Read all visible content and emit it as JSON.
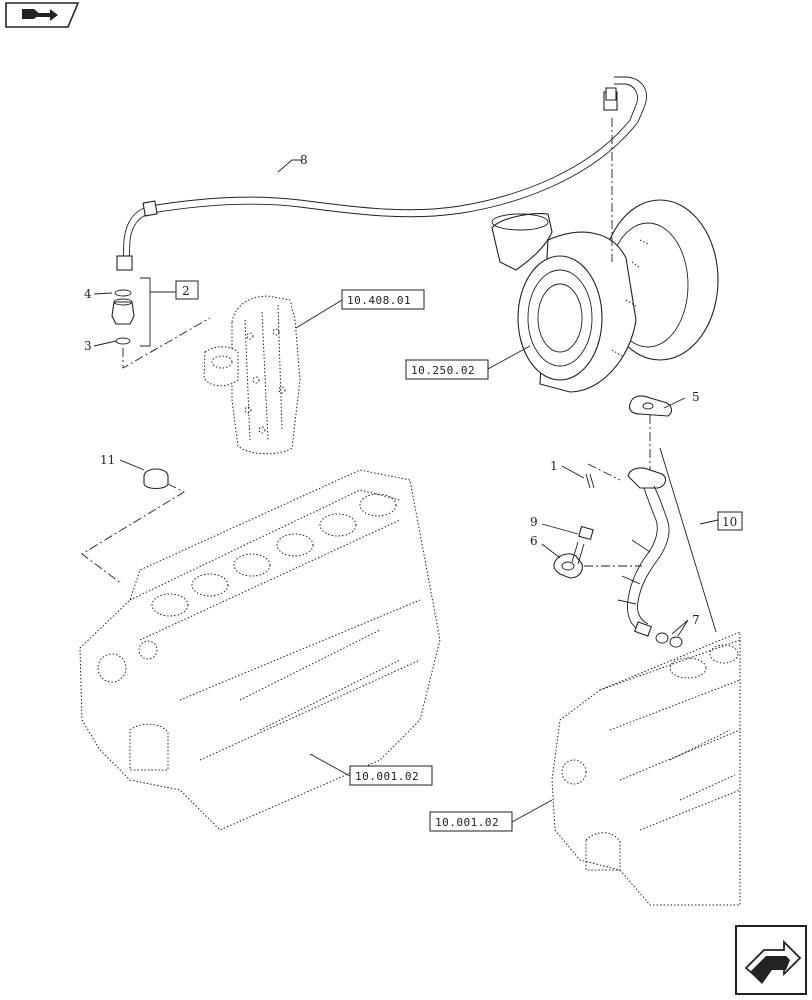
{
  "nav": {
    "top_icon": "book-arrow-icon",
    "bottom_icon": "next-page-arrow-icon"
  },
  "callouts": {
    "c1": "1",
    "c2": "2",
    "c3": "3",
    "c4": "4",
    "c5": "5",
    "c6": "6",
    "c7": "7",
    "c8": "8",
    "c9": "9",
    "c10": "10",
    "c11": "11"
  },
  "references": {
    "oil_cooler": "10.408.01",
    "turbocharger": "10.250.02",
    "block_left": "10.001.02",
    "block_right": "10.001.02"
  }
}
